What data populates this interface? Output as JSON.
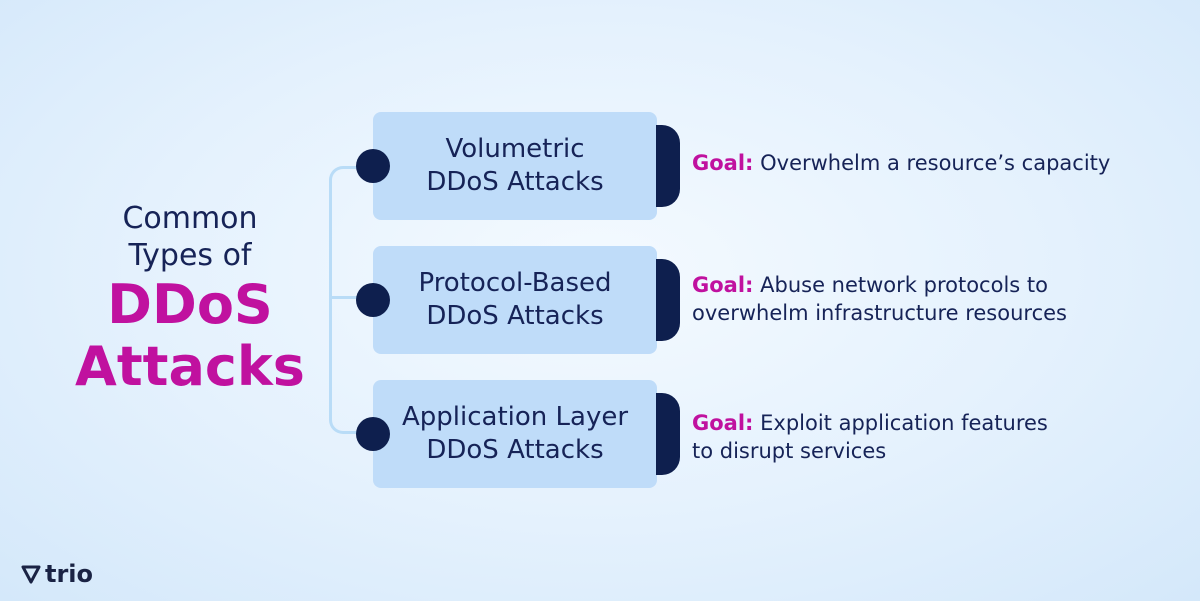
{
  "title": {
    "line1": "Common",
    "line2": "Types of",
    "line3": "DDoS",
    "line4": "Attacks"
  },
  "attacks": [
    {
      "name_line1": "Volumetric",
      "name_line2": "DDoS Attacks",
      "goal_label": "Goal:",
      "goal_line1": "Overwhelm a resource’s capacity",
      "goal_line2": ""
    },
    {
      "name_line1": "Protocol-Based",
      "name_line2": "DDoS Attacks",
      "goal_label": "Goal:",
      "goal_line1": "Abuse network protocols to",
      "goal_line2": "overwhelm infrastructure resources"
    },
    {
      "name_line1": "Application Layer",
      "name_line2": "DDoS Attacks",
      "goal_label": "Goal:",
      "goal_line1": "Exploit application features",
      "goal_line2": "to disrupt services"
    }
  ],
  "logo": {
    "text": "trio",
    "icon": "trio-shield-icon"
  },
  "colors": {
    "navy": "#0e1f4e",
    "magenta": "#c0119f",
    "card": "#bfdcf9",
    "connector": "#b9dcf7"
  }
}
